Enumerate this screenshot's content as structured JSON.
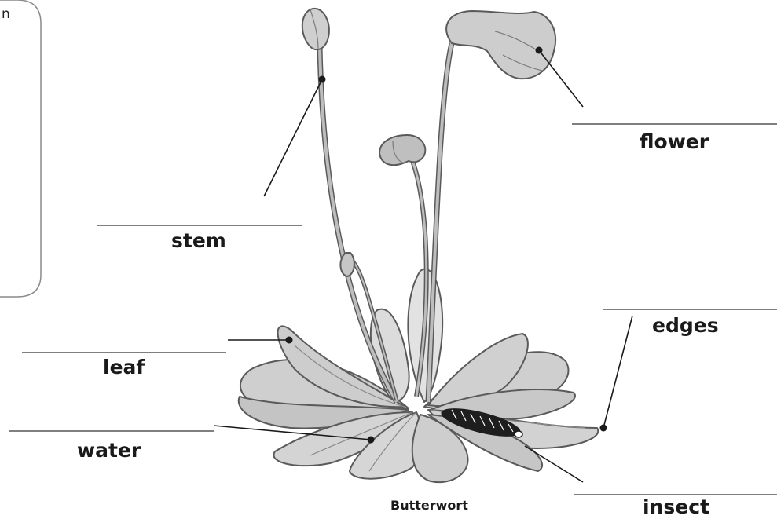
{
  "diagram": {
    "caption": "Butterwort",
    "box_text_fragment": "n",
    "labels": {
      "stem": "stem",
      "flower": "flower",
      "leaf": "leaf",
      "water": "water",
      "edges": "edges",
      "insect": "insect"
    }
  },
  "colors": {
    "line": "#1a1a1a",
    "rule": "#555555",
    "plant_fill": "#c9c9c9",
    "plant_light": "#dedede",
    "plant_stroke": "#5a5a5a",
    "insect": "#1e1e1e"
  }
}
